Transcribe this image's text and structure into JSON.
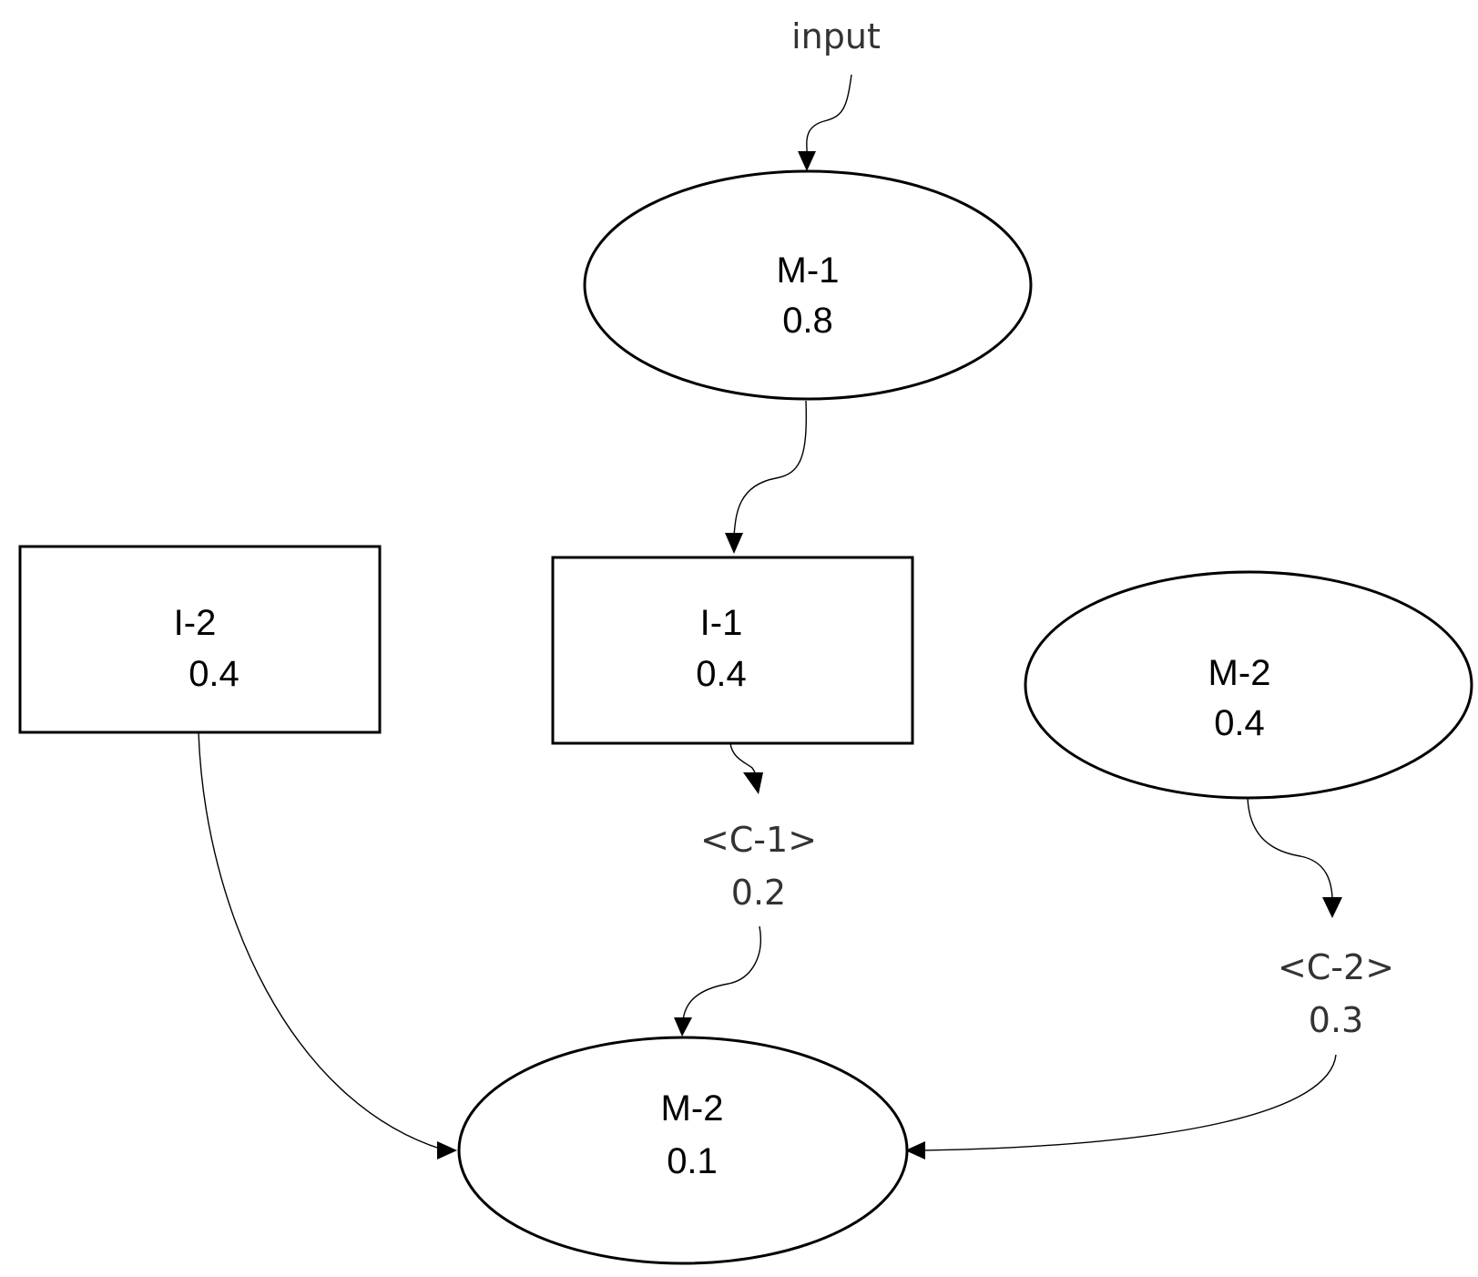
{
  "diagram": {
    "input_label": "input",
    "nodes": {
      "m1": {
        "name": "M-1",
        "value": "0.8"
      },
      "i2": {
        "name": "I-2",
        "value": "0.4"
      },
      "i1": {
        "name": "I-1",
        "value": "0.4"
      },
      "m2_top": {
        "name": "M-2",
        "value": "0.4"
      },
      "c1": {
        "name": "<C-1>",
        "value": "0.2"
      },
      "c2": {
        "name": "<C-2>",
        "value": "0.3"
      },
      "m2_bottom": {
        "name": "M-2",
        "value": "0.1"
      }
    },
    "edges": [
      {
        "from": "input",
        "to": "M-1"
      },
      {
        "from": "M-1",
        "to": "I-1"
      },
      {
        "from": "I-1",
        "to": "<C-1>"
      },
      {
        "from": "<C-1>",
        "to": "M-2"
      },
      {
        "from": "I-2",
        "to": "M-2"
      },
      {
        "from": "M-2",
        "to": "<C-2>"
      },
      {
        "from": "<C-2>",
        "to": "M-2"
      }
    ]
  }
}
